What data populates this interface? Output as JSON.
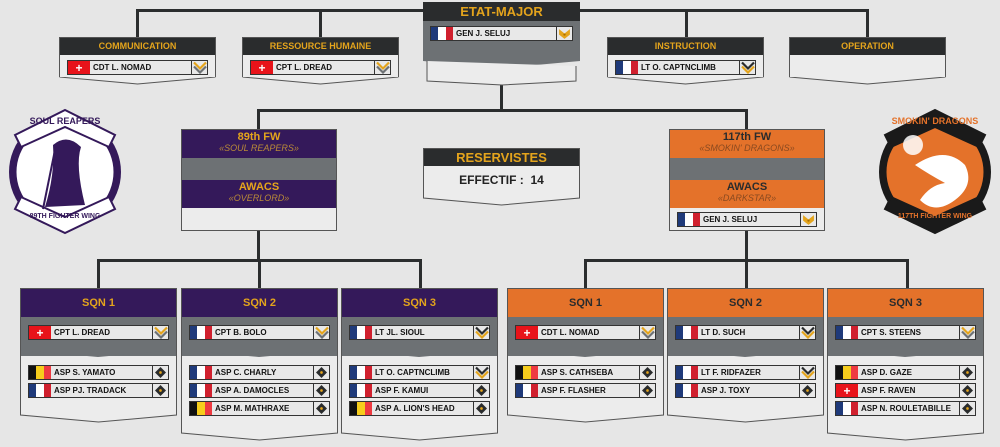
{
  "colors": {
    "purple": "#34195a",
    "orange": "#e4722a",
    "gold": "#e4a41c",
    "dark": "#2a2c2d",
    "gray": "#6d7174"
  },
  "etat_major": {
    "title": "ETAT-MAJOR",
    "member": {
      "flag": "fr",
      "name": "GEN J. SELUJ",
      "rank": "gen"
    }
  },
  "departments": [
    {
      "title": "COMMUNICATION",
      "member": {
        "flag": "ch",
        "name": "CDT L. NOMAD",
        "rank": "cdt"
      }
    },
    {
      "title": "RESSOURCE HUMAINE",
      "member": {
        "flag": "ch",
        "name": "CPT L. DREAD",
        "rank": "cpt"
      }
    },
    {
      "title": "INSTRUCTION",
      "member": {
        "flag": "fr",
        "name": "LT O. CAPTNCLIMB",
        "rank": "lt"
      }
    },
    {
      "title": "OPERATION",
      "member": null
    }
  ],
  "reservistes": {
    "title": "RESERVISTES",
    "label": "EFFECTIF :",
    "count": "14"
  },
  "wings": [
    {
      "name": "89th FW",
      "nickname": "«SOUL REAPERS»",
      "awacs": "AWACS",
      "awacs_callsign": "«OVERLORD»",
      "awacs_member": null,
      "logo_top": "SOUL REAPERS",
      "logo_bottom": "89TH FIGHTER WING",
      "squadrons": [
        {
          "name": "SQN 1",
          "leader": {
            "flag": "ch",
            "name": "CPT L. DREAD",
            "rank": "cpt"
          },
          "members": [
            {
              "flag": "be",
              "name": "ASP S. YAMATO",
              "rank": "asp"
            },
            {
              "flag": "fr",
              "name": "ASP PJ. TRADACK",
              "rank": "asp"
            }
          ]
        },
        {
          "name": "SQN 2",
          "leader": {
            "flag": "fr",
            "name": "CPT B. BOLO",
            "rank": "cpt"
          },
          "members": [
            {
              "flag": "fr",
              "name": "ASP C. CHARLY",
              "rank": "asp"
            },
            {
              "flag": "fr",
              "name": "ASP A. DAMOCLES",
              "rank": "asp"
            },
            {
              "flag": "be",
              "name": "ASP M. MATHRAXE",
              "rank": "asp"
            }
          ]
        },
        {
          "name": "SQN 3",
          "leader": {
            "flag": "fr",
            "name": "LT JL. SIOUL",
            "rank": "lt"
          },
          "members": [
            {
              "flag": "fr",
              "name": "LT O. CAPTNCLIMB",
              "rank": "lt"
            },
            {
              "flag": "fr",
              "name": "ASP F. KAMUI",
              "rank": "asp"
            },
            {
              "flag": "be",
              "name": "ASP A. LION'S HEAD",
              "rank": "asp"
            }
          ]
        }
      ]
    },
    {
      "name": "117th FW",
      "nickname": "«SMOKIN' DRAGONS»",
      "awacs": "AWACS",
      "awacs_callsign": "«DARKSTAR»",
      "awacs_member": {
        "flag": "fr",
        "name": "GEN J. SELUJ",
        "rank": "gen"
      },
      "logo_top": "SMOKIN' DRAGONS",
      "logo_bottom": "117TH FIGHTER WING",
      "squadrons": [
        {
          "name": "SQN 1",
          "leader": {
            "flag": "ch",
            "name": "CDT L. NOMAD",
            "rank": "cdt"
          },
          "members": [
            {
              "flag": "be",
              "name": "ASP S. CATHSEBA",
              "rank": "asp"
            },
            {
              "flag": "fr",
              "name": "ASP F. FLASHER",
              "rank": "asp"
            }
          ]
        },
        {
          "name": "SQN 2",
          "leader": {
            "flag": "fr",
            "name": "LT D. SUCH",
            "rank": "lt"
          },
          "members": [
            {
              "flag": "fr",
              "name": "LT F. RIDFAZER",
              "rank": "lt"
            },
            {
              "flag": "fr",
              "name": "ASP J. TOXY",
              "rank": "asp"
            }
          ]
        },
        {
          "name": "SQN 3",
          "leader": {
            "flag": "fr",
            "name": "CPT S. STEENS",
            "rank": "cpt"
          },
          "members": [
            {
              "flag": "be",
              "name": "ASP D. GAZE",
              "rank": "asp"
            },
            {
              "flag": "ch",
              "name": "ASP F. RAVEN",
              "rank": "asp"
            },
            {
              "flag": "fr",
              "name": "ASP N. ROULETABILLE",
              "rank": "asp"
            }
          ]
        }
      ]
    }
  ]
}
